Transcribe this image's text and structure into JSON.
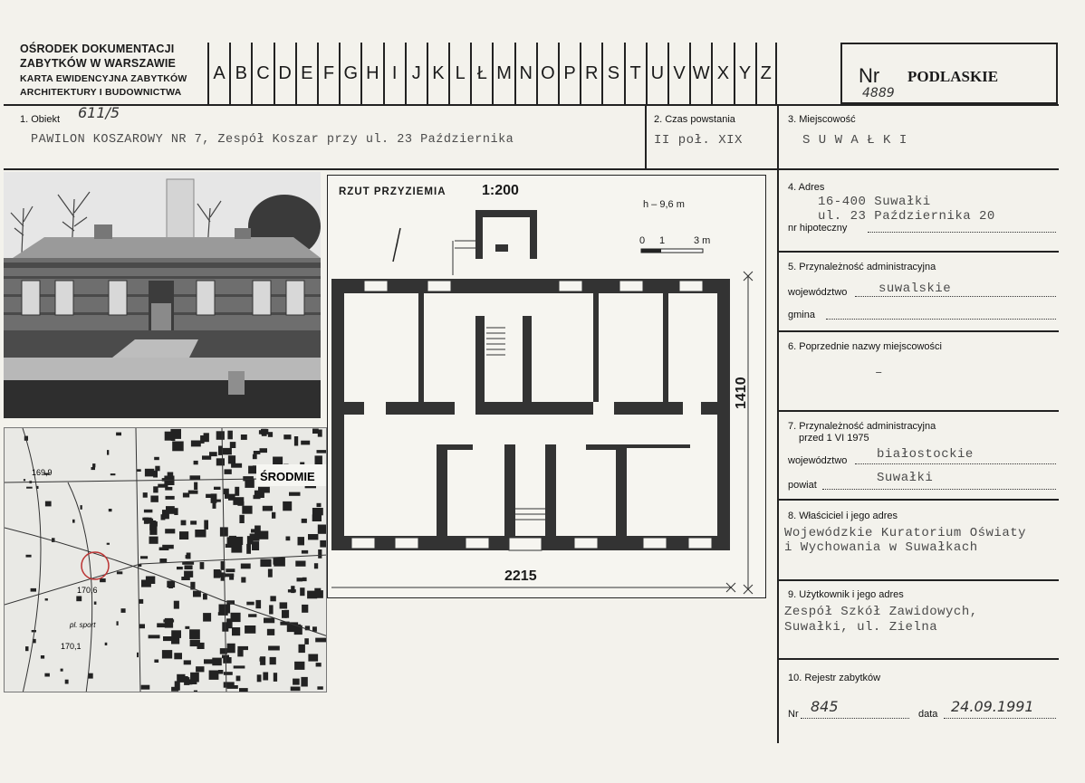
{
  "header": {
    "institution_line1": "OŚRODEK DOKUMENTACJI",
    "institution_line2": "ZABYTKÓW W WARSZAWIE",
    "institution_line3": "KARTA EWIDENCYJNA ZABYTKÓW",
    "institution_line4": "ARCHITEKTURY I BUDOWNICTWA",
    "letters": [
      "A",
      "B",
      "C",
      "D",
      "E",
      "F",
      "G",
      "H",
      "I",
      "J",
      "K",
      "L",
      "Ł",
      "M",
      "N",
      "O",
      "P",
      "R",
      "S",
      "T",
      "U",
      "V",
      "W",
      "X",
      "Y",
      "Z"
    ],
    "nr_label": "Nr",
    "nr_handwritten": "4889",
    "region_stamp": "PODLASKIE"
  },
  "fields": {
    "obiekt_label": "1. Obiekt",
    "obiekt_hand": "611/5",
    "obiekt_value": "PAWILON  KOSZAROWY NR 7,  Zespół Koszar przy ul. 23 Października",
    "czas_label": "2. Czas powstania",
    "czas_value": "II poł. XIX",
    "miejscowosc_label": "3. Miejscowość",
    "miejscowosc_value": "S U W A Ł K I",
    "adres_label": "4. Adres",
    "adres_line1": "16-400 Suwałki",
    "adres_line2": "ul. 23 Października 20",
    "hipoteczny_label": "nr hipoteczny",
    "przynal_label": "5. Przynależność administracyjna",
    "wojewodztwo_label": "województwo",
    "wojewodztwo_value": "suwalskie",
    "gmina_label": "gmina",
    "poprzednie_label": "6. Poprzednie nazwy miejscowości",
    "poprzednie_value": "–",
    "przynal_przed_label": "7. Przynależność administracyjna",
    "przynal_przed_sub": "przed 1 VI 1975",
    "wojewodztwo2_label": "województwo",
    "wojewodztwo2_value": "białostockie",
    "powiat_label": "powiat",
    "powiat_value": "Suwałki",
    "wlasciciel_label": "8. Właściciel i jego adres",
    "wlasciciel_line1": "Wojewódzkie Kuratorium Oświaty",
    "wlasciciel_line2": "i Wychowania w Suwałkach",
    "uzytkownik_label": "9. Użytkownik i jego adres",
    "uzytkownik_line1": "Zespół Szkół Zawidowych,",
    "uzytkownik_line2": "Suwałki, ul. Zielna",
    "rejestr_label": "10. Rejestr zabytków",
    "rejestr_nr_label": "Nr",
    "rejestr_nr_value": "845",
    "rejestr_data_label": "data",
    "rejestr_data_value": "24.09.1991"
  },
  "plan": {
    "title": "RZUT PRZYZIEMIA",
    "scale": "1:200",
    "height_note": "h – 9,6 m",
    "scalebar_0": "0",
    "scalebar_1": "1",
    "scalebar_3": "3 m",
    "dim_width": "2215",
    "dim_height": "1410"
  },
  "map": {
    "label_srodmie": "ŚRODMIE",
    "elev1": "169,9",
    "elev2": "170,6",
    "elev3": "170,1",
    "label_pl": "pl. sport"
  }
}
